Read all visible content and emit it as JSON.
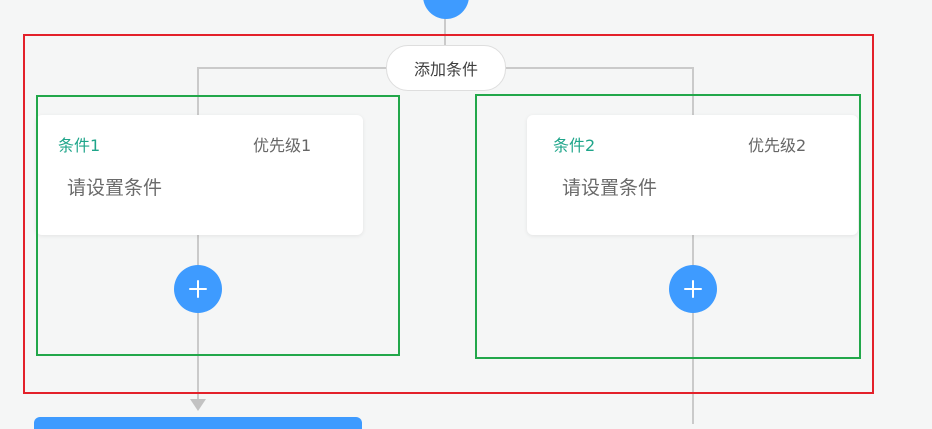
{
  "branch": {
    "add_condition_label": "添加条件",
    "conditions": [
      {
        "title": "条件1",
        "priority": "优先级1",
        "placeholder": "请设置条件"
      },
      {
        "title": "条件2",
        "priority": "优先级2",
        "placeholder": "请设置条件"
      }
    ]
  },
  "colors": {
    "accent_blue": "#3e9bff",
    "condition_title_green": "#1fa58a",
    "highlight_red": "#e3212a",
    "highlight_green": "#22a74a",
    "connector_gray": "#cacaca"
  },
  "icons": {
    "add": "plus-icon",
    "flow_arrow": "arrow-down-icon"
  }
}
